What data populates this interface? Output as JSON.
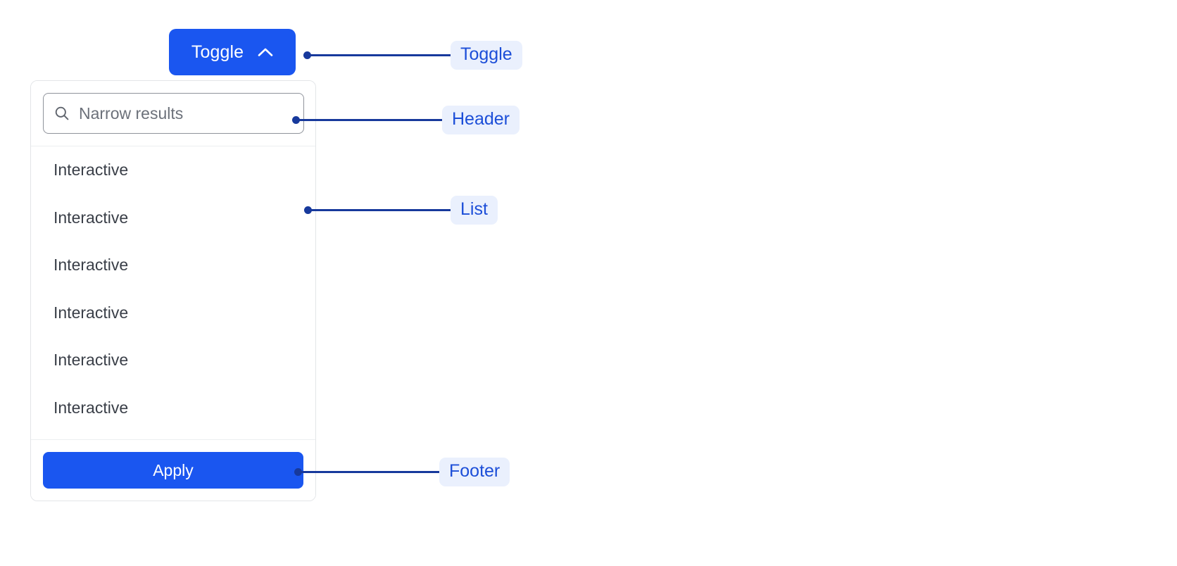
{
  "colors": {
    "brand_blue": "#1a56f0",
    "annotation_line": "#17399c",
    "annotation_chip_bg": "#eaf0fd",
    "annotation_chip_text": "#1c4ed8",
    "panel_border": "#e3e5e8",
    "divider": "#eceef0",
    "list_text": "#3a3f48",
    "placeholder_text": "#6c717a",
    "page_bg": "#ffffff"
  },
  "toggle": {
    "label": "Toggle",
    "chevron_icon": "chevron-up-icon"
  },
  "panel": {
    "header": {
      "search": {
        "icon": "search-icon",
        "placeholder": "Narrow results",
        "value": ""
      }
    },
    "list": {
      "items": [
        {
          "label": "Interactive"
        },
        {
          "label": "Interactive"
        },
        {
          "label": "Interactive"
        },
        {
          "label": "Interactive"
        },
        {
          "label": "Interactive"
        },
        {
          "label": "Interactive"
        }
      ]
    },
    "footer": {
      "apply_label": "Apply"
    }
  },
  "annotations": [
    {
      "label": "Toggle",
      "target": "toggle-button"
    },
    {
      "label": "Header",
      "target": "panel-header"
    },
    {
      "label": "List",
      "target": "panel-list"
    },
    {
      "label": "Footer",
      "target": "panel-footer"
    }
  ]
}
